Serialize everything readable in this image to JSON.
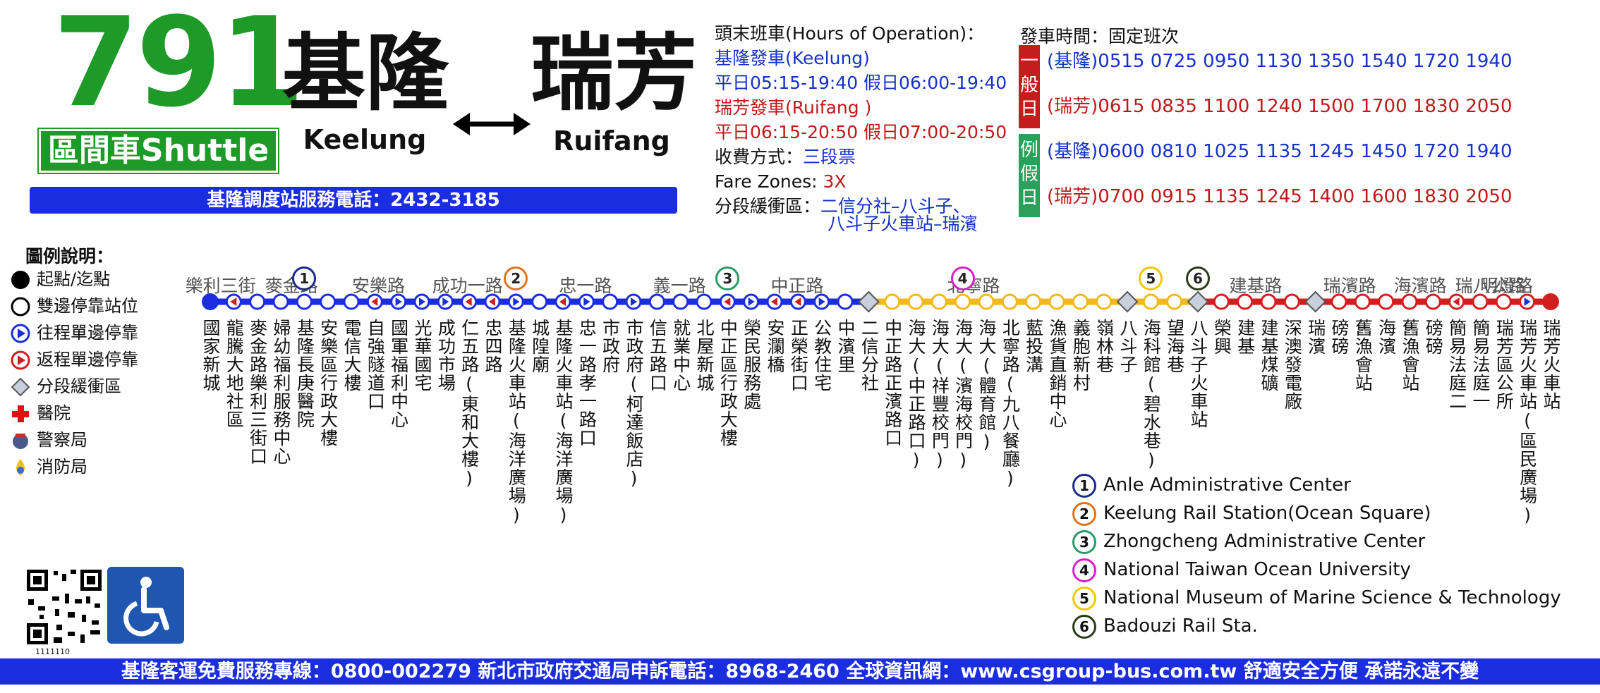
{
  "header": {
    "route_number": "791",
    "shuttle_label": "區間車Shuttle",
    "origin_zh": "基隆",
    "origin_en": "Keelung",
    "dest_zh": "瑞芳",
    "dest_en": "Ruifang",
    "hotline": "基隆調度站服務電話：2432-3185"
  },
  "info": {
    "hours_title": "頭末班車(Hours of Operation)：",
    "keelung_dep": "基隆發車(Keelung)",
    "keelung_hours": "平日05:15-19:40 假日06:00-19:40",
    "ruifang_dep": "瑞芳發車(Ruifang )",
    "ruifang_hours": "平日06:15-20:50 假日07:00-20:50",
    "fare_label": "收費方式：",
    "fare_value": "三段票",
    "zones_label": "Fare Zones: ",
    "zones_value": "3X",
    "buffer_label": "分段緩衝區：",
    "buffer_value_1": "二信分社–八斗子、",
    "buffer_value_2": "八斗子火車站–瑞濱"
  },
  "schedule": {
    "title": "發車時間：固定班次",
    "weekday_tag": "一般日",
    "holiday_tag": "例假日",
    "weekday_keelung": "(基隆)0515 0725 0950 1130 1350 1540 1720 1940",
    "weekday_ruifang": "(瑞芳)0615 0835 1100 1240 1500 1700 1830 2050",
    "holiday_keelung": "(基隆)0600 0810 1025 1135 1245 1450 1720 1940",
    "holiday_ruifang": "(瑞芳)0700 0915 1135 1245 1400 1600 1830 2050"
  },
  "legend": {
    "title": "圖例說明：",
    "items": [
      "起點/迄點",
      "雙邊停靠站位",
      "往程單邊停靠",
      "返程單邊停靠",
      "分段緩衝區",
      "醫院",
      "警察局",
      "消防局"
    ]
  },
  "roads": [
    "樂利三街",
    "麥金路",
    "安樂路",
    "成功一路",
    "忠一路",
    "義一路",
    "中正路",
    "北寧路",
    "建基路",
    "瑞濱路",
    "海濱路",
    "瑞八公路",
    "明燈路"
  ],
  "stops": [
    "國家新城",
    "龍騰大地社區",
    "麥金路樂利三街口",
    "婦幼福利服務中心",
    "基隆長庚醫院",
    "安樂區行政大樓",
    "電信大樓",
    "自強隧道口",
    "國軍福利中心",
    "光華國宅",
    "成功市場",
    "仁五路(東和大樓)",
    "忠四路",
    "基隆火車站(海洋廣場)",
    "城隍廟",
    "基隆火車站(海洋廣場)",
    "忠一路孝一路口",
    "市政府",
    "市政府(柯達飯店)",
    "信五路口",
    "就業中心",
    "北屋新城",
    "中正區行政大樓",
    "榮民服務處",
    "安瀾橋",
    "正榮街口",
    "公教住宅",
    "中濱里",
    "二信分社",
    "中正路正濱路口",
    "海大(中正路口)",
    "海大(祥豐校門)",
    "海大(濱海校門)",
    "海大(體育館)",
    "北寧路(九八餐廳)",
    "藍投溝",
    "漁貨直銷中心",
    "義胞新村",
    "嶺林巷",
    "八斗子",
    "海科館(碧水巷)",
    "望海巷",
    "八斗子火車站",
    "榮興",
    "建基",
    "建基煤礦",
    "深澳發電廠",
    "瑞濱",
    "磅磅",
    "舊漁會站",
    "海濱",
    "舊漁會站",
    "磅磅",
    "簡易法庭二",
    "簡易法庭一",
    "瑞芳區公所",
    "瑞芳火車站(區民廣場)",
    "瑞芳火車站"
  ],
  "landmarks": [
    {
      "num": "1",
      "text": "Anle Administrative Center",
      "color": "#1a2a8c"
    },
    {
      "num": "2",
      "text": "Keelung Rail Station(Ocean Square)",
      "color": "#e0731c"
    },
    {
      "num": "3",
      "text": "Zhongcheng Administrative Center",
      "color": "#2a9a66"
    },
    {
      "num": "4",
      "text": "National Taiwan Ocean University",
      "color": "#d81fc8"
    },
    {
      "num": "5",
      "text": "National Museum of  Marine Science & Technology",
      "color": "#f0c800"
    },
    {
      "num": "6",
      "text": "Badouzi Rail Sta.",
      "color": "#2b3a18"
    }
  ],
  "qr_code_id": "1111110",
  "footer": "基隆客運免費服務專線：0800-002279  新北市政府交通局申訴電話：8968-2460  全球資訊網：www.csgroup-bus.com.tw 舒適安全方便 承諾永遠不變",
  "colors": {
    "brand_green": "#1e9a28",
    "line_blue": "#1a2ee0",
    "line_yellow": "#f3b81e",
    "line_red": "#d21e1e"
  },
  "icons": [
    "double-arrow-icon",
    "hospital-icon",
    "police-icon",
    "fire-icon",
    "wheelchair-icon",
    "qr-code",
    "rail-station-icon"
  ]
}
